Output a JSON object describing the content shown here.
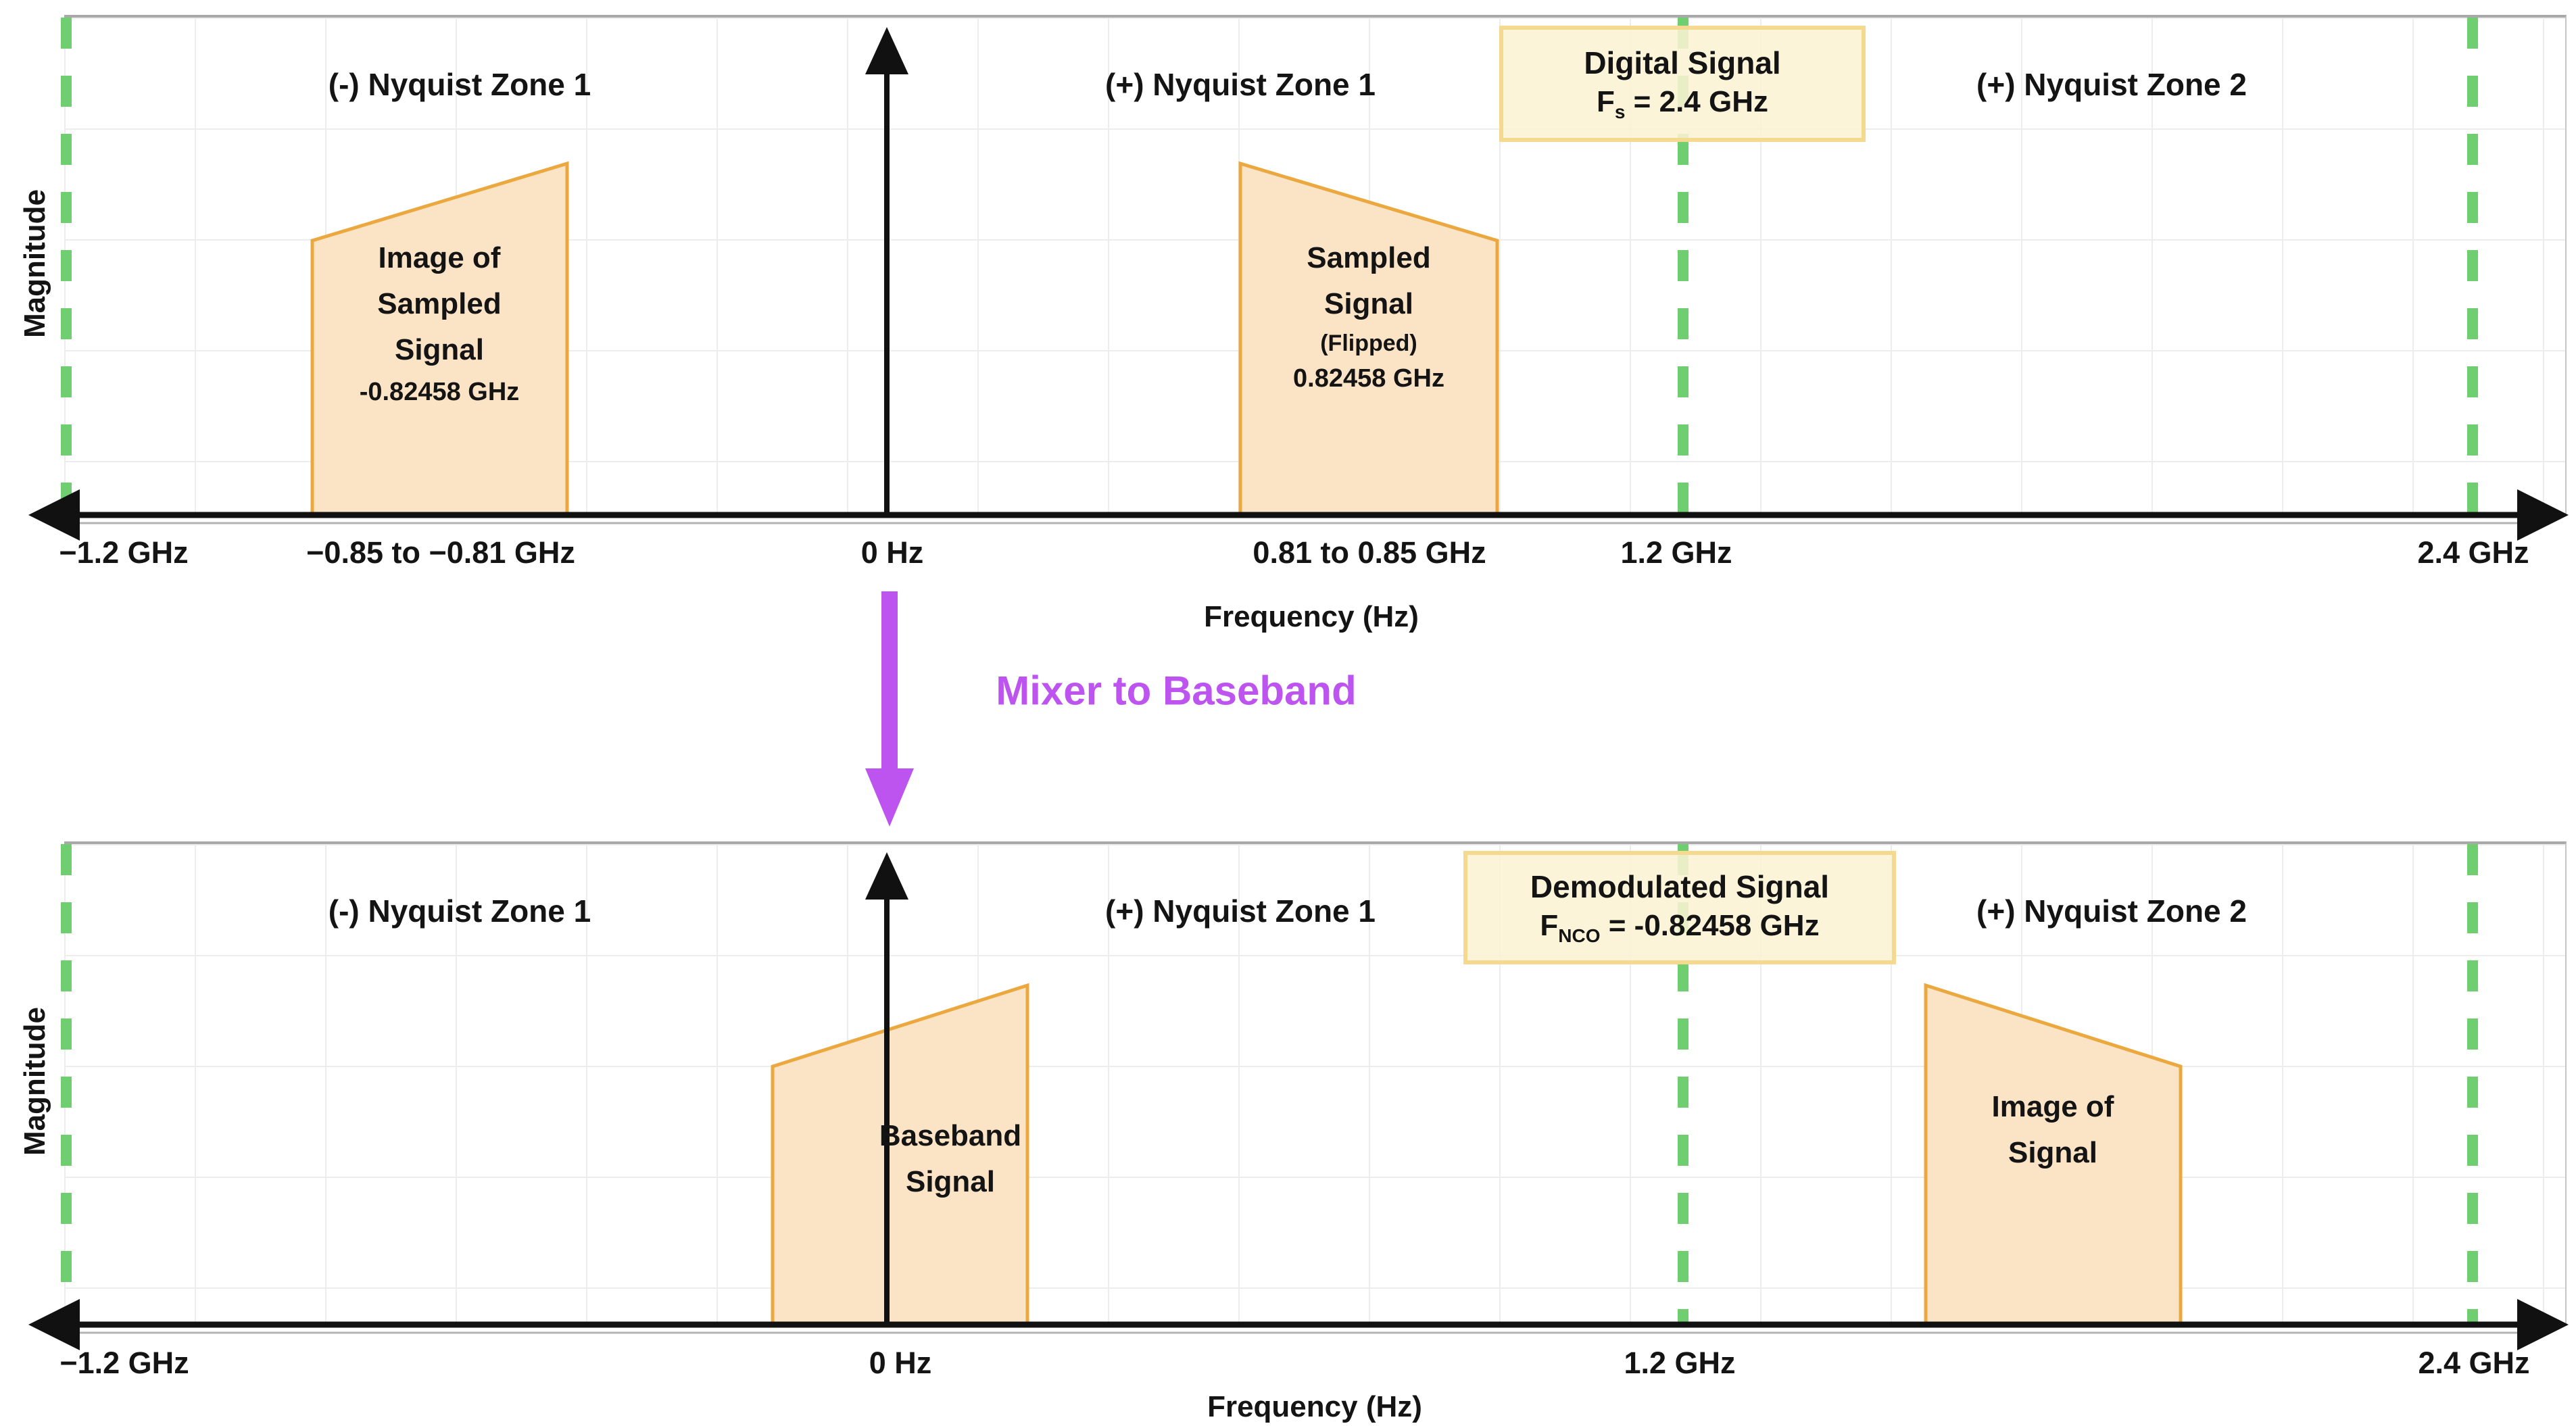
{
  "colors": {
    "signal_fill": "#FBE3C6",
    "signal_border": "#EBA83E",
    "info_box_fill": "#FCF3D3",
    "info_box_border": "#F5D98F",
    "nyquist_boundary_green": "#6FCE6F",
    "mixer_purple": "#BE54F0",
    "axis_black": "#111111"
  },
  "top_plot": {
    "ylabel": "Magnitude",
    "xlabel": "Frequency (Hz)",
    "zones": [
      "(-) Nyquist Zone 1",
      "(+) Nyquist Zone 1",
      "(+) Nyquist Zone 2"
    ],
    "info_box": {
      "title": "Digital Signal",
      "f": "F",
      "sub": "s",
      "value": " = 2.4 GHz"
    },
    "image_signal": {
      "l1": "Image of",
      "l2": "Sampled",
      "l3": "Signal",
      "value": "-0.82458 GHz"
    },
    "sampled_signal": {
      "l1": "Sampled",
      "l2": "Signal",
      "note": "(Flipped)",
      "value": "0.82458 GHz"
    },
    "ticks": [
      "−1.2 GHz",
      "−0.85 to −0.81 GHz",
      "0 Hz",
      "0.81 to 0.85 GHz",
      "1.2 GHz",
      "2.4 GHz"
    ]
  },
  "mixer": {
    "label": "Mixer to Baseband"
  },
  "bottom_plot": {
    "ylabel": "Magnitude",
    "xlabel": "Frequency (Hz)",
    "zones": [
      "(-) Nyquist Zone 1",
      "(+) Nyquist Zone 1",
      "(+) Nyquist Zone 2"
    ],
    "info_box": {
      "title": "Demodulated Signal",
      "f": "F",
      "sub": "NCO",
      "value": " = -0.82458 GHz"
    },
    "baseband_signal": {
      "l1": "Baseband",
      "l2": "Signal"
    },
    "image_signal": {
      "l1": "Image of",
      "l2": "Signal"
    },
    "ticks": [
      "−1.2 GHz",
      "0 Hz",
      "1.2 GHz",
      "2.4 GHz"
    ]
  }
}
